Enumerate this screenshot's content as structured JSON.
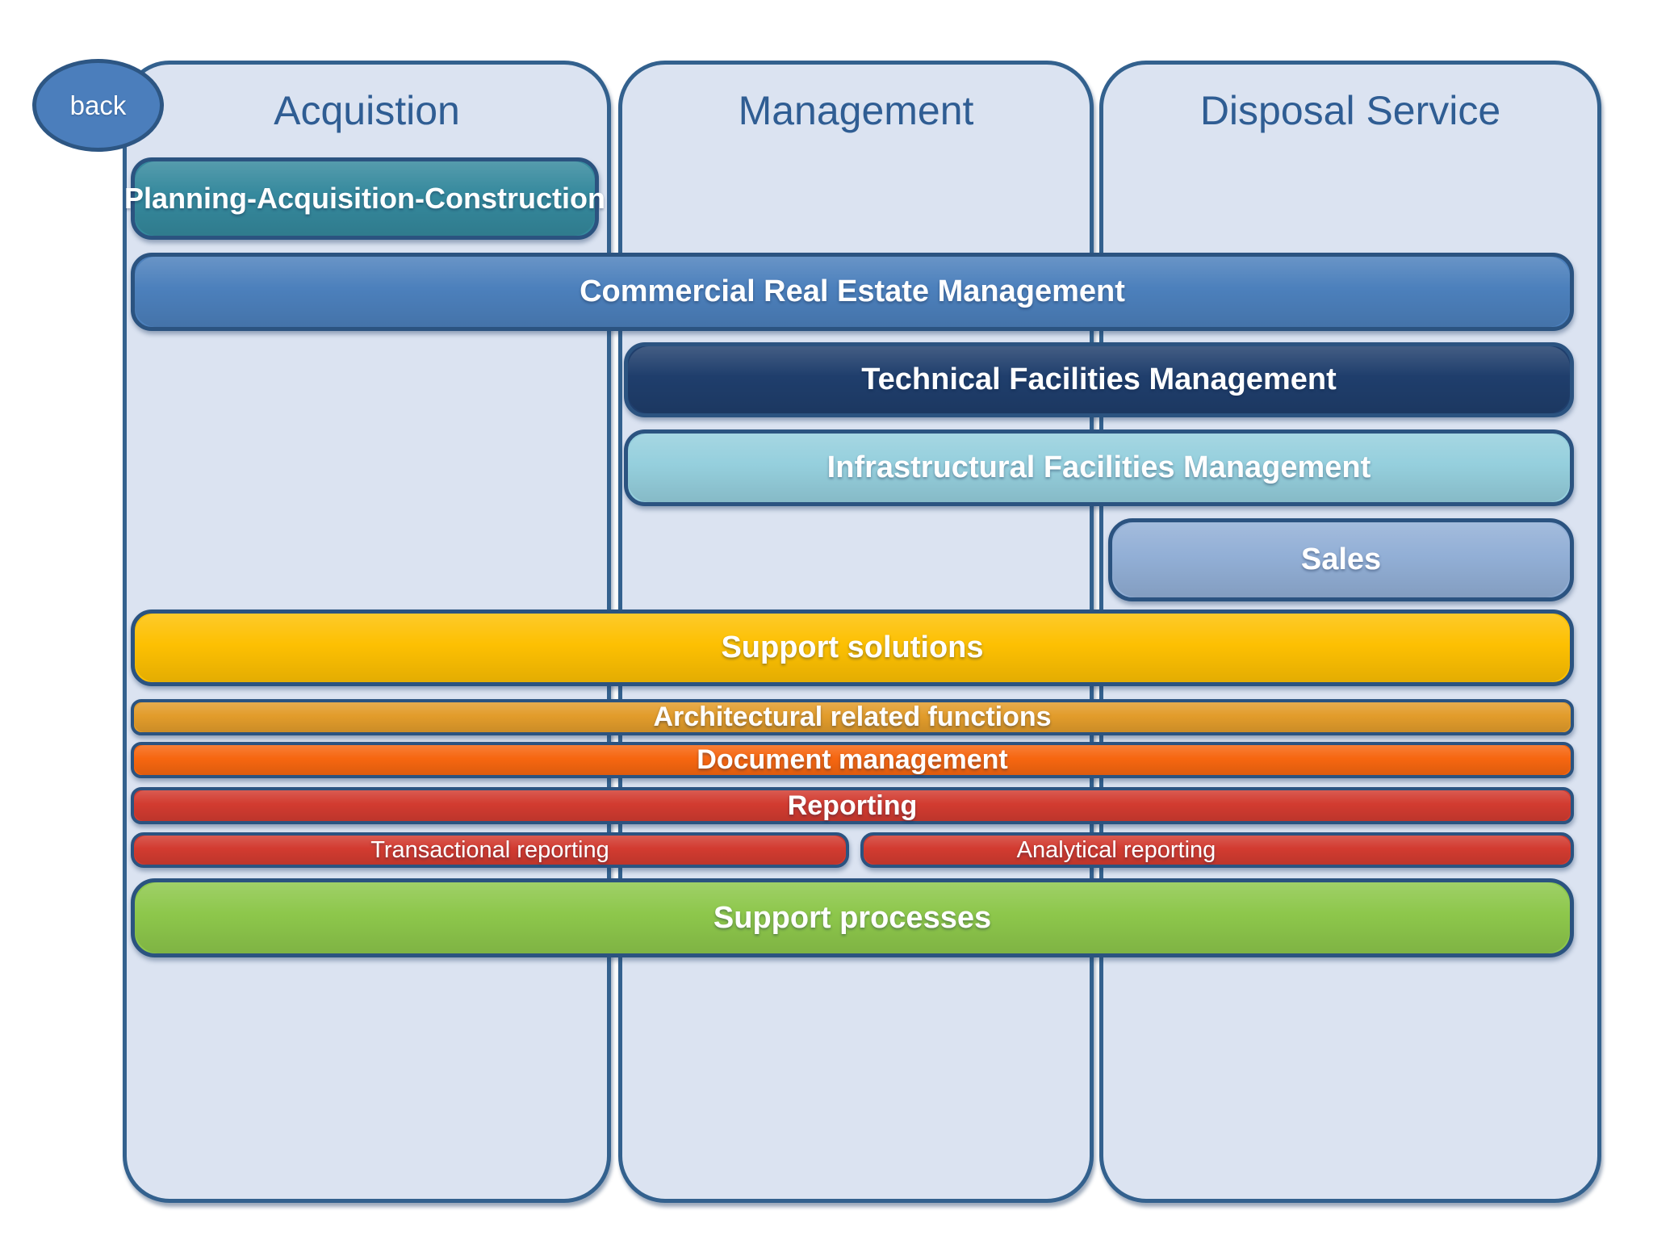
{
  "back": {
    "label": "back"
  },
  "columns": [
    {
      "id": "acquisition",
      "title": "Acquistion"
    },
    {
      "id": "management",
      "title": "Management"
    },
    {
      "id": "disposal-service",
      "title": "Disposal Service"
    }
  ],
  "bars": {
    "planning": {
      "label": "Planning-Acquisition-Construction",
      "color": "#35899D"
    },
    "commercial": {
      "label": "Commercial Real Estate Management",
      "color": "#4C80BC"
    },
    "technical": {
      "label": "Technical Facilities Management",
      "color": "#1F3E6C"
    },
    "infrastructural": {
      "label": "Infrastructural Facilities Management",
      "color": "#95CFDD"
    },
    "sales": {
      "label": "Sales",
      "color": "#92AFD6"
    },
    "support_solutions": {
      "label": "Support solutions",
      "color": "#FDC002"
    },
    "architectural": {
      "label": "Architectural related functions",
      "color": "#E29C2B"
    },
    "document_management": {
      "label": "Document management",
      "color": "#F66610"
    },
    "reporting": {
      "label": "Reporting",
      "color": "#D23B30"
    },
    "transactional_reporting": {
      "label": "Transactional reporting",
      "color": "#D23B30"
    },
    "analytical_reporting": {
      "label": "Analytical reporting",
      "color": "#D23B30"
    },
    "support_processes": {
      "label": "Support processes",
      "color": "#8DC74B"
    }
  },
  "palette": {
    "column_fill": "#DBE3F1",
    "column_border": "#33618E",
    "bar_border": "#2B5380",
    "title_color": "#2F5D93",
    "back_fill": "#4B7EBC",
    "back_border": "#2D5683",
    "label_color": "#FFFFFF"
  }
}
